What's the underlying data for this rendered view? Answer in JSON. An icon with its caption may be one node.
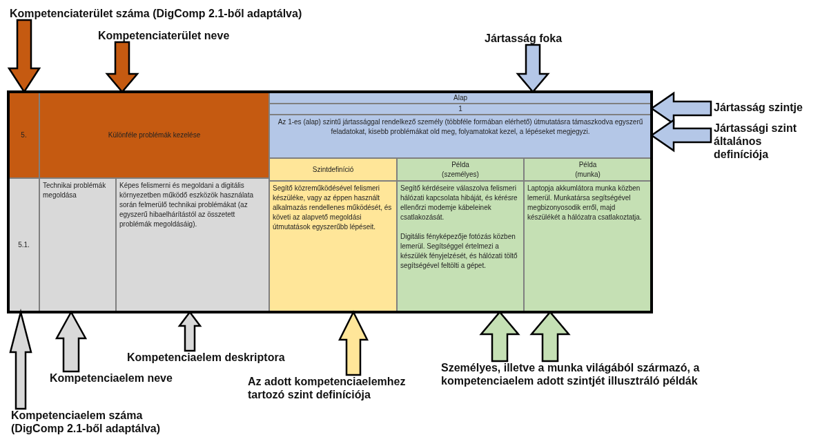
{
  "diagram": {
    "nodes": [
      {
        "text": [
          "5."
        ]
      },
      {
        "text": [
          "Különféle problémák kezelése"
        ]
      },
      {
        "text": [
          "Alap"
        ]
      },
      {
        "text": [
          "1"
        ]
      },
      {
        "text": [
          "Az 1-es (alap) szintű jártassággal rendelkező személy (többféle formában elérhető) útmutatásra támaszkodva egyszerű feladatokat, kisebb problémákat old meg, folyamatokat kezel, a lépéseket megjegyzi."
        ]
      },
      {
        "text": [
          "Szintdefiníció"
        ]
      },
      {
        "text": [
          "Példa",
          "(személyes)"
        ]
      },
      {
        "text": [
          "Példa",
          "(munka)"
        ]
      },
      {
        "text": [
          "5.1."
        ]
      },
      {
        "text": [
          "Technikai problémák megoldása"
        ]
      },
      {
        "text": [
          "Képes felismerni és megoldani a digitális környezetben működő eszközök használata során felmerülő technikai problémákat (az egyszerű hibaelhárítástól az összetett problémák megoldásáig)."
        ]
      },
      {
        "text": [
          "Segítő közreműködésével felismeri készüléke, vagy az éppen használt alkalmazás rendellenes működését, és követi az alapvető megoldási útmutatások egyszerűbb lépéseit."
        ]
      },
      {
        "text": [
          "Segítő kérdéseire válaszolva felismeri hálózati kapcsolata hibáját, és kérésre ellenőrzi modemje kábeleinek csatlakozását.",
          "Digitális fényképezője fotózás közben lemerül. Segítséggel értelmezi a készülék fényjelzését, és hálózati töltő segítségével feltölti a gépet."
        ]
      },
      {
        "text": [
          "Laptopja akkumlátora munka közben lemerül. Munkatársa segítségével megbizonyosodik erről, majd készülékét a hálózatra csatlakoztatja."
        ]
      },
      {
        "text": [
          "Kompetenciaterület száma (DigComp 2.1-ből adaptálva)"
        ]
      },
      {
        "text": [
          "Kompetenciaterület neve"
        ]
      },
      {
        "text": [
          "Jártasság foka"
        ]
      },
      {
        "text": [
          "Jártasság szintje"
        ]
      },
      {
        "text": [
          "Jártassági szint általános definíciója"
        ]
      },
      {
        "text": [
          "Kompetenciaelem száma (DigComp 2.1-ből adaptálva)"
        ]
      },
      {
        "text": [
          "Kompetenciaelem neve"
        ]
      },
      {
        "text": [
          "Kompetenciaelem deskriptora"
        ]
      },
      {
        "text": [
          "Az adott kompetenciaelemhez tartozó szint definíciója"
        ]
      },
      {
        "text": [
          "Személyes, illetve a munka világából származó, a kompetenciaelem adott szintjét illusztráló példák"
        ]
      }
    ],
    "edges": [
      {
        "from": 14,
        "to": 0,
        "arrow": "to",
        "color": "#c55a11"
      },
      {
        "from": 15,
        "to": 1,
        "arrow": "to",
        "color": "#c55a11"
      },
      {
        "from": 16,
        "to": 2,
        "arrow": "to",
        "color": "#b4c7e7"
      },
      {
        "from": 17,
        "to": 3,
        "arrow": "to",
        "color": "#b4c7e7"
      },
      {
        "from": 18,
        "to": 4,
        "arrow": "to",
        "color": "#b4c7e7"
      },
      {
        "from": 19,
        "to": 8,
        "arrow": "to",
        "color": "#d9d9d9"
      },
      {
        "from": 20,
        "to": 9,
        "arrow": "to",
        "color": "#d9d9d9"
      },
      {
        "from": 21,
        "to": 10,
        "arrow": "to",
        "color": "#d9d9d9"
      },
      {
        "from": 22,
        "to": 11,
        "arrow": "to",
        "color": "#ffe699"
      },
      {
        "from": 23,
        "to": 12,
        "arrow": "to",
        "color": "#c5e0b4"
      },
      {
        "from": 23,
        "to": 13,
        "arrow": "to",
        "color": "#c5e0b4"
      }
    ]
  }
}
